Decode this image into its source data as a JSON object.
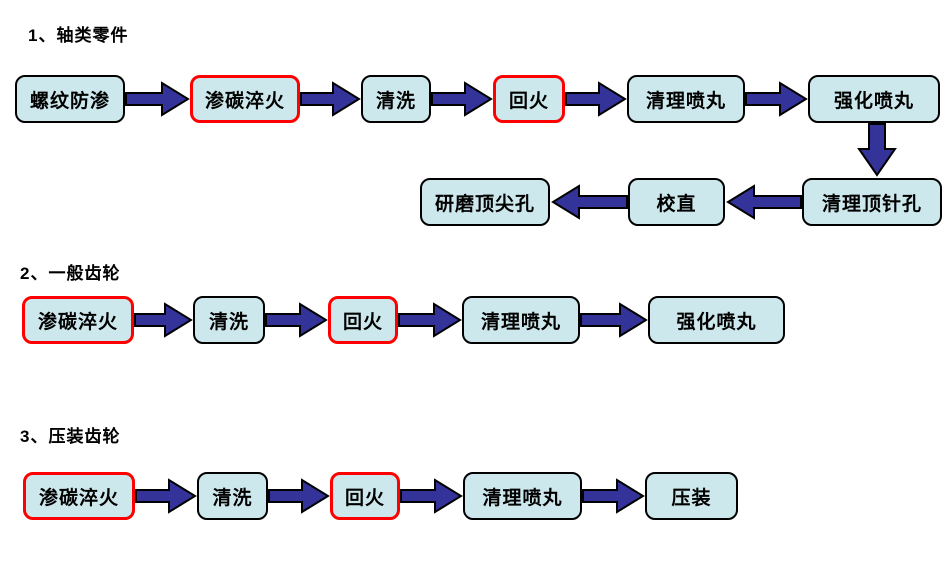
{
  "diagram": {
    "type": "process-flowchart",
    "colors": {
      "background": "#ffffff",
      "node_fill": "#cde8ec",
      "node_border": "#000000",
      "highlight_border": "#ff0000",
      "arrow_fill": "#333399",
      "text": "#000000"
    },
    "sections": [
      {
        "title": "1、轴类零件",
        "nodes": [
          {
            "label": "螺纹防渗",
            "highlight": false
          },
          {
            "label": "渗碳淬火",
            "highlight": true
          },
          {
            "label": "清洗",
            "highlight": false
          },
          {
            "label": "回火",
            "highlight": true
          },
          {
            "label": "清理喷丸",
            "highlight": false
          },
          {
            "label": "强化喷丸",
            "highlight": false
          },
          {
            "label": "清理顶针孔",
            "highlight": false
          },
          {
            "label": "校直",
            "highlight": false
          },
          {
            "label": "研磨顶尖孔",
            "highlight": false
          }
        ],
        "flow": "螺纹防渗 → 渗碳淬火 → 清洗 → 回火 → 清理喷丸 → 强化喷丸 ↓ 清理顶针孔 → 校直 → 研磨顶尖孔"
      },
      {
        "title": "2、一般齿轮",
        "nodes": [
          {
            "label": "渗碳淬火",
            "highlight": true
          },
          {
            "label": "清洗",
            "highlight": false
          },
          {
            "label": "回火",
            "highlight": true
          },
          {
            "label": "清理喷丸",
            "highlight": false
          },
          {
            "label": "强化喷丸",
            "highlight": false
          }
        ],
        "flow": "渗碳淬火 → 清洗 → 回火 → 清理喷丸 → 强化喷丸"
      },
      {
        "title": "3、压装齿轮",
        "nodes": [
          {
            "label": "渗碳淬火",
            "highlight": true
          },
          {
            "label": "清洗",
            "highlight": false
          },
          {
            "label": "回火",
            "highlight": true
          },
          {
            "label": "清理喷丸",
            "highlight": false
          },
          {
            "label": "压装",
            "highlight": false
          }
        ],
        "flow": "渗碳淬火 → 清洗 → 回火 → 清理喷丸 → 压装"
      }
    ]
  }
}
